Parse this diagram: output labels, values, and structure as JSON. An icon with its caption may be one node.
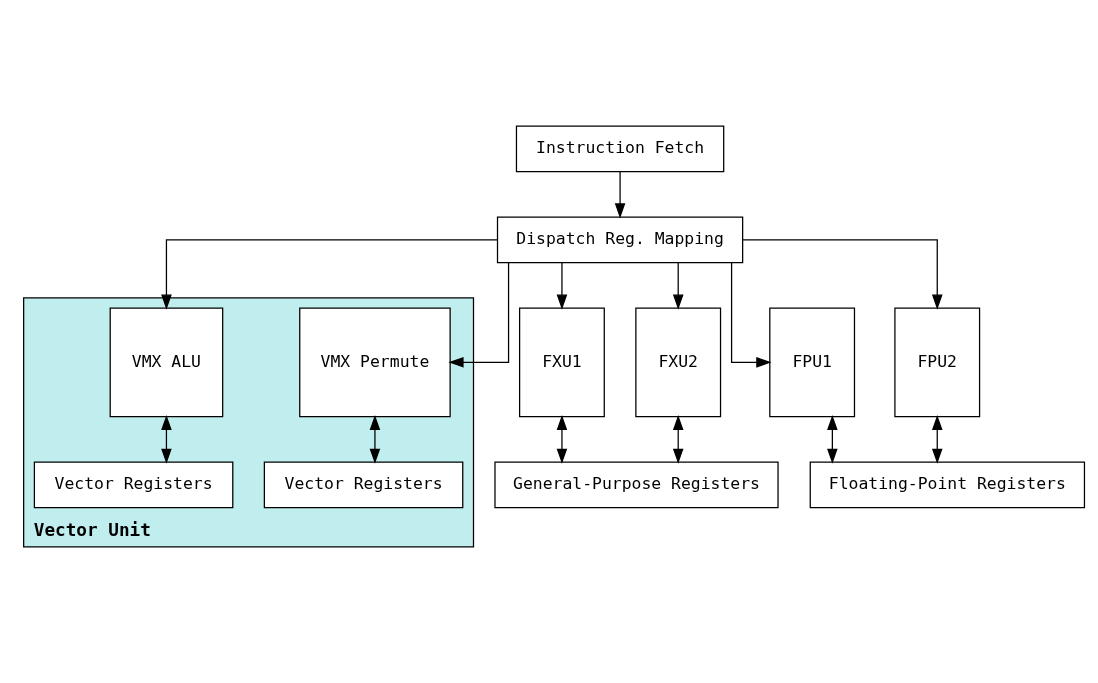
{
  "diagram": {
    "nodes": [
      {
        "text": [
          "Instruction Fetch"
        ]
      },
      {
        "text": [
          "Dispatch Reg. Mapping"
        ]
      },
      {
        "text": [
          "FXU1"
        ]
      },
      {
        "text": [
          "FXU2"
        ]
      },
      {
        "text": [
          "Vector Unit"
        ]
      },
      {
        "text": [
          "VMX Permute"
        ],
        "in": 4
      },
      {
        "text": [
          "VMX ALU"
        ],
        "in": 4
      },
      {
        "text": [
          "FPU1"
        ]
      },
      {
        "text": [
          "FPU2"
        ]
      },
      {
        "text": [
          "General-Purpose Registers"
        ]
      },
      {
        "text": [
          "Vector Registers"
        ],
        "in": 4
      },
      {
        "text": [
          "Vector Registers"
        ],
        "in": 4
      },
      {
        "text": [
          "Floating-Point Registers"
        ]
      }
    ],
    "edges": [
      {
        "from": 0,
        "to": 1,
        "arrow": "to"
      },
      {
        "from": 1,
        "to": 2,
        "arrow": "to"
      },
      {
        "from": 1,
        "to": 3,
        "arrow": "to"
      },
      {
        "from": 1,
        "to": 5,
        "arrow": "to"
      },
      {
        "from": 1,
        "to": 6,
        "arrow": "to"
      },
      {
        "from": 1,
        "to": 7,
        "arrow": "to"
      },
      {
        "from": 1,
        "to": 8,
        "arrow": "to"
      },
      {
        "from": 2,
        "to": 9,
        "arrow": "both"
      },
      {
        "from": 3,
        "to": 9,
        "arrow": "both"
      },
      {
        "from": 5,
        "to": 10,
        "arrow": "both"
      },
      {
        "from": 6,
        "to": 11,
        "arrow": "both"
      },
      {
        "from": 7,
        "to": 12,
        "arrow": "both"
      },
      {
        "from": 8,
        "to": 12,
        "arrow": "both"
      }
    ]
  }
}
